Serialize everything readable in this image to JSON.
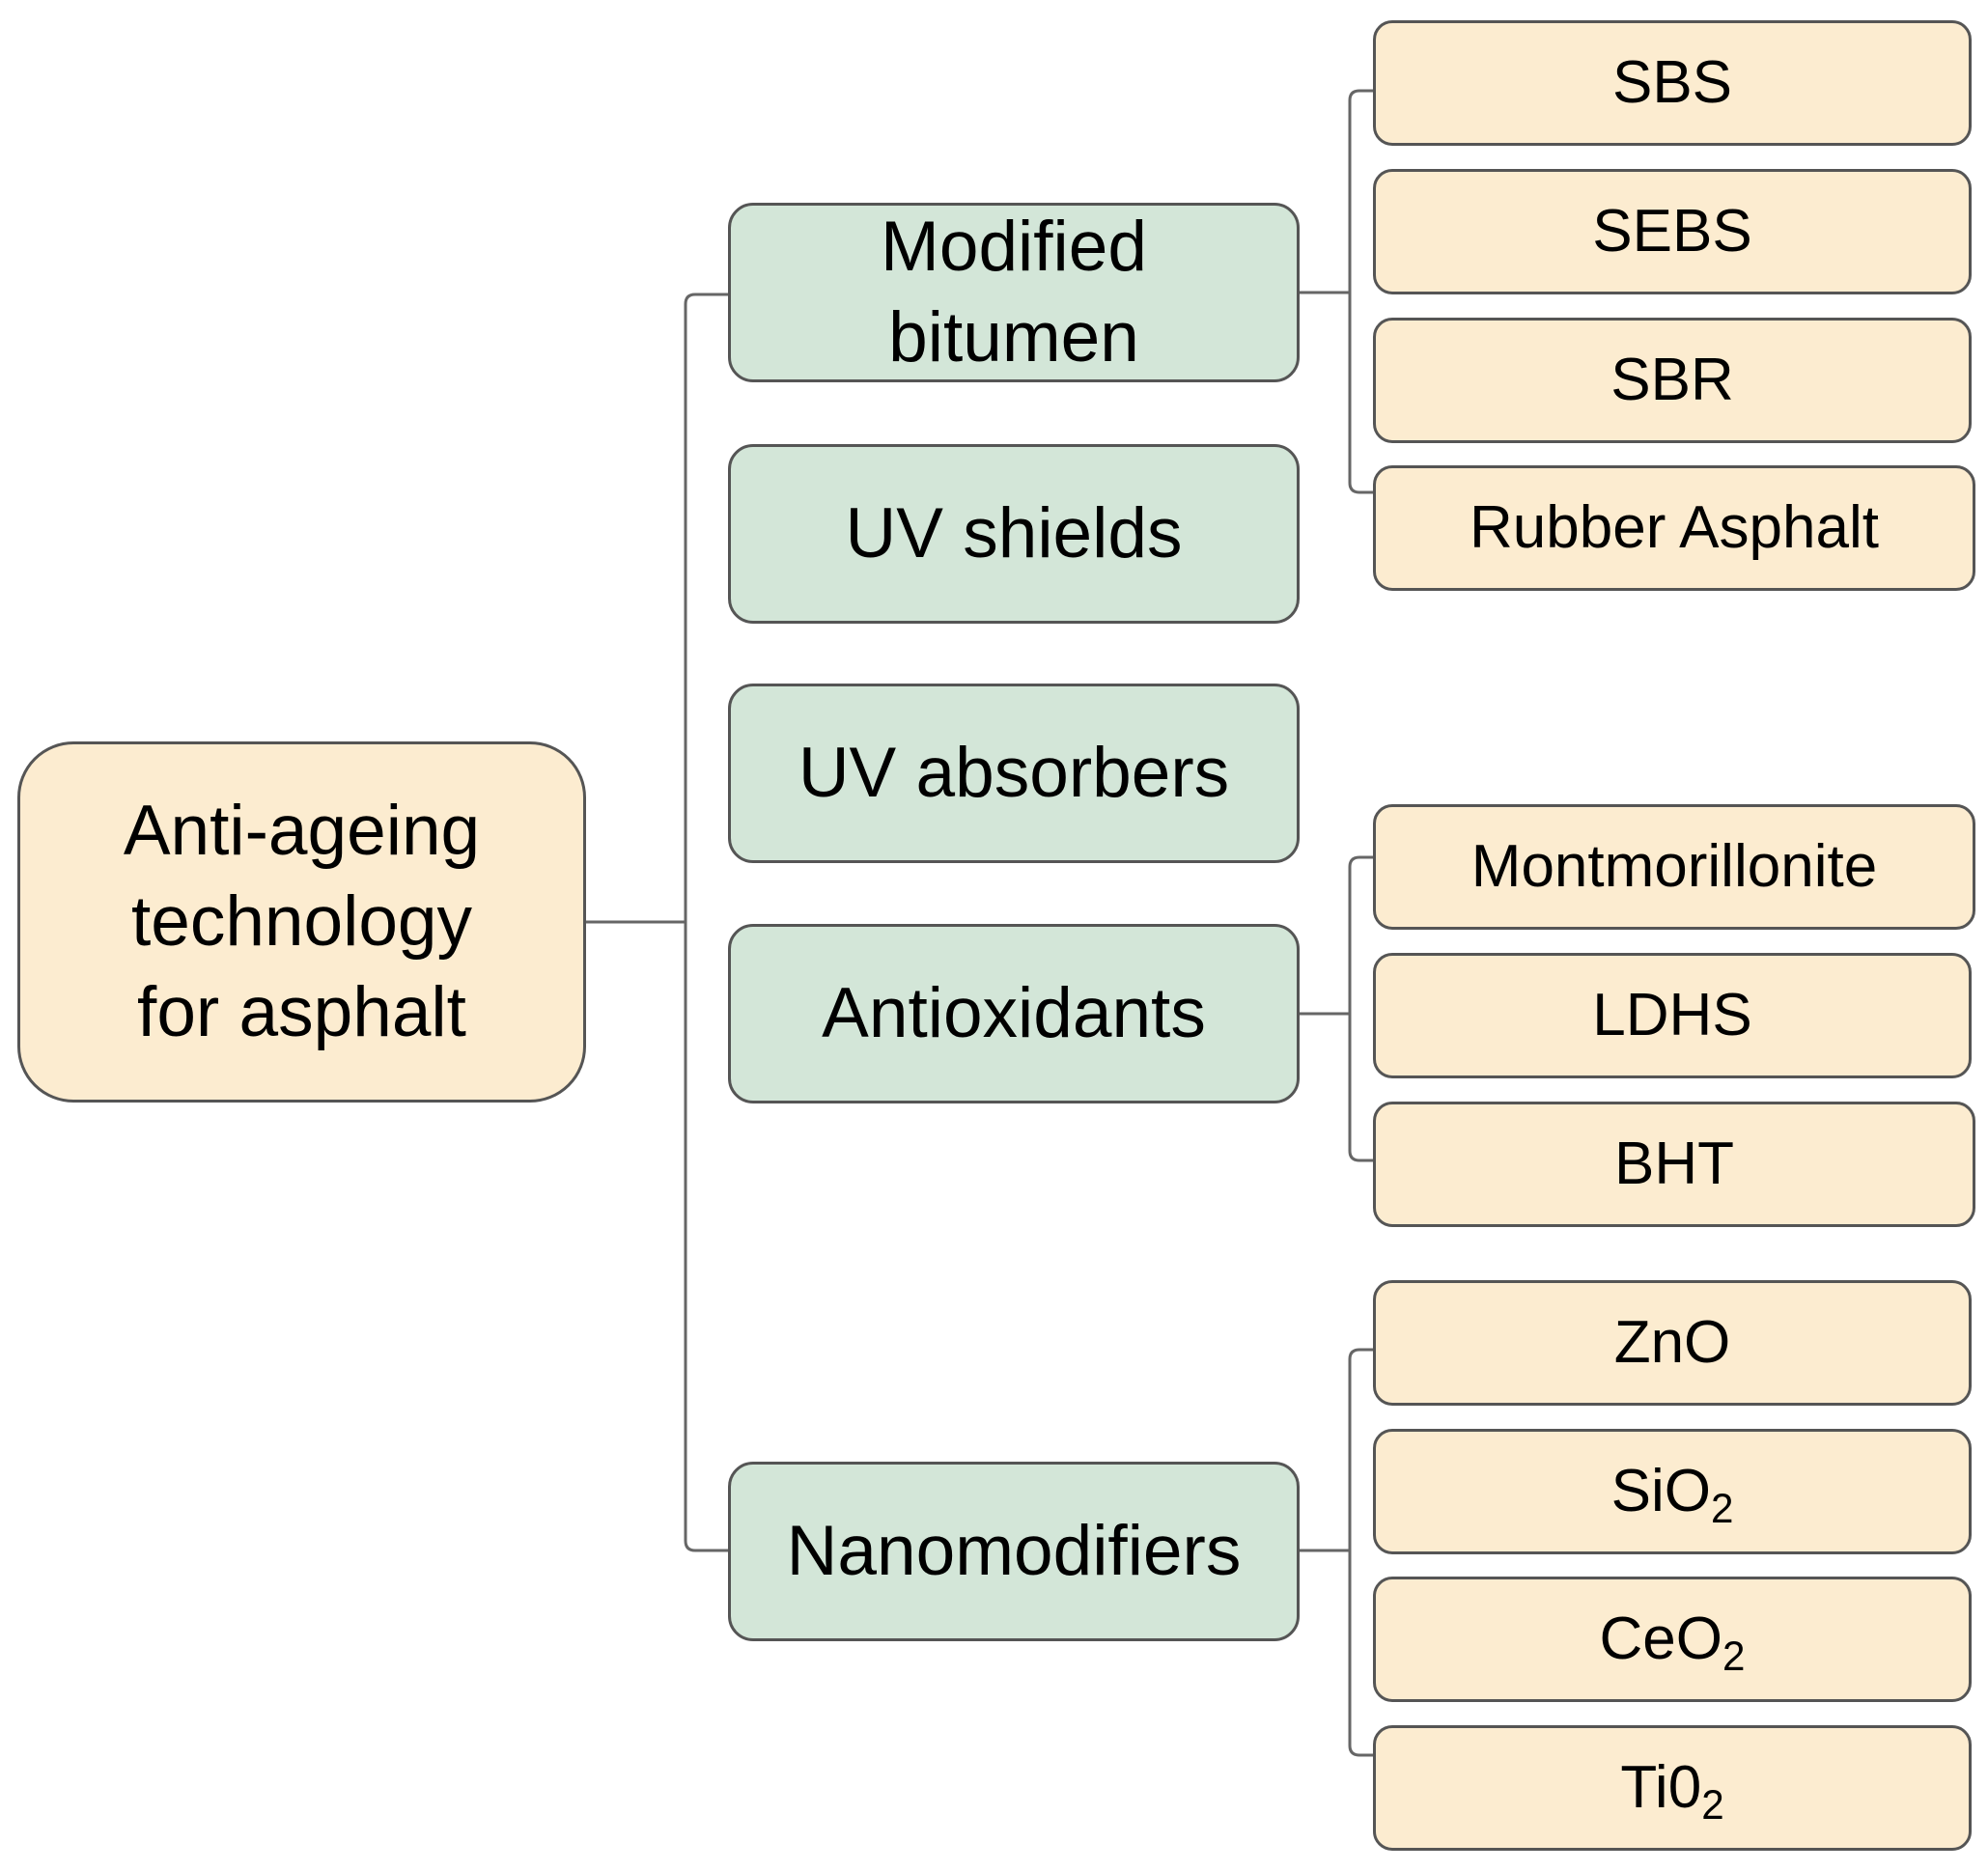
{
  "root": {
    "label": "Anti-ageing\ntechnology\nfor asphalt"
  },
  "categories": [
    {
      "label": "Modified\nbitumen",
      "items": [
        "SBS",
        "SEBS",
        "SBR",
        "Rubber Asphalt"
      ]
    },
    {
      "label": "UV shields",
      "items": []
    },
    {
      "label": "UV absorbers",
      "items": []
    },
    {
      "label": "Antioxidants",
      "items": [
        "Montmorillonite",
        "LDHS",
        "BHT"
      ]
    },
    {
      "label": "Nanomodifiers",
      "items": [
        {
          "base": "ZnO"
        },
        {
          "base": "SiO",
          "sub": "2"
        },
        {
          "base": "CeO",
          "sub": "2"
        },
        {
          "base": "Ti0",
          "sub": "2"
        }
      ]
    }
  ],
  "colors": {
    "root_fill": "#fcecd0",
    "category_fill": "#d3e6d8",
    "item_fill": "#fcecd0",
    "border": "#555555",
    "connector": "#666666"
  }
}
